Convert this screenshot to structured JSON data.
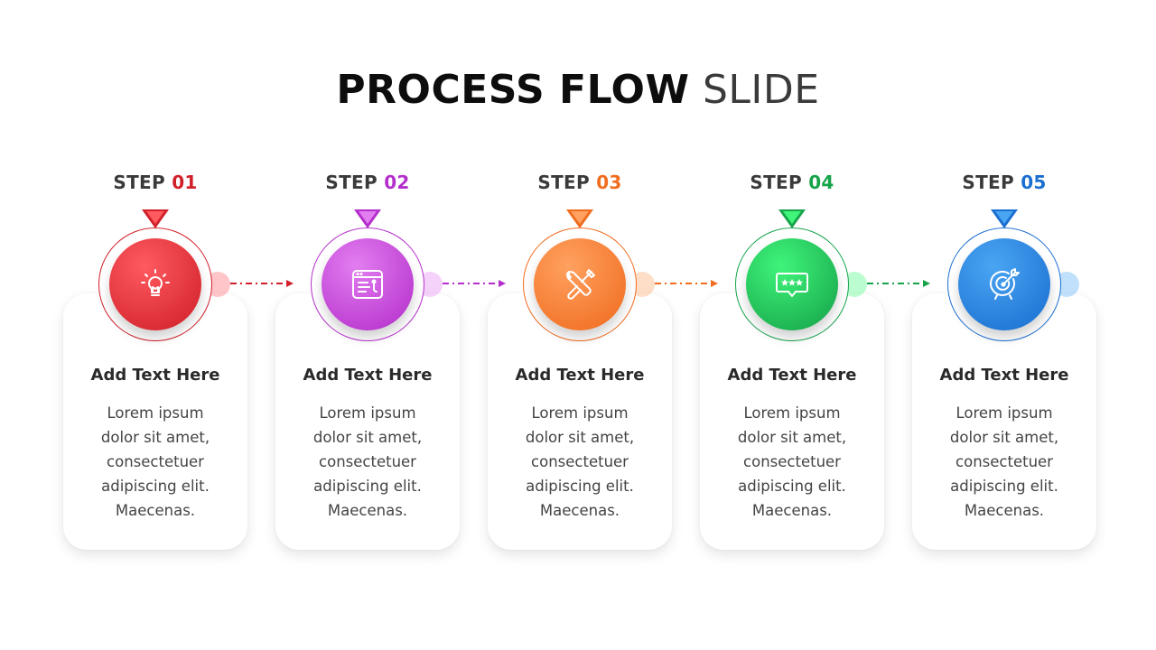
{
  "title": {
    "bold": "PROCESS FLOW",
    "light": "SLIDE"
  },
  "steps": [
    {
      "word": "STEP",
      "number": "01",
      "color": "#d0202a",
      "light": "#ff5a60",
      "icon": "lightbulb-icon",
      "heading": "Add Text Here",
      "lines": [
        "Lorem ipsum",
        "dolor sit amet,",
        "consectetuer",
        "adipiscing elit.",
        "Maecenas."
      ]
    },
    {
      "word": "STEP",
      "number": "02",
      "color": "#b42ecb",
      "light": "#e27ef0",
      "icon": "browser-window-icon",
      "heading": "Add Text Here",
      "lines": [
        "Lorem ipsum",
        "dolor sit amet,",
        "consectetuer",
        "adipiscing elit.",
        "Maecenas."
      ]
    },
    {
      "word": "STEP",
      "number": "03",
      "color": "#f06c1e",
      "light": "#ffa160",
      "icon": "tools-icon",
      "heading": "Add Text Here",
      "lines": [
        "Lorem ipsum",
        "dolor sit amet,",
        "consectetuer",
        "adipiscing elit.",
        "Maecenas."
      ]
    },
    {
      "word": "STEP",
      "number": "04",
      "color": "#16a34a",
      "light": "#3ff57a",
      "icon": "rating-chat-icon",
      "heading": "Add Text Here",
      "lines": [
        "Lorem ipsum",
        "dolor sit amet,",
        "consectetuer",
        "adipiscing elit.",
        "Maecenas."
      ]
    },
    {
      "word": "STEP",
      "number": "05",
      "color": "#1a6fd0",
      "light": "#4aa5f3",
      "icon": "target-icon",
      "heading": "Add Text Here",
      "lines": [
        "Lorem ipsum",
        "dolor sit amet,",
        "consectetuer",
        "adipiscing elit.",
        "Maecenas."
      ]
    }
  ]
}
